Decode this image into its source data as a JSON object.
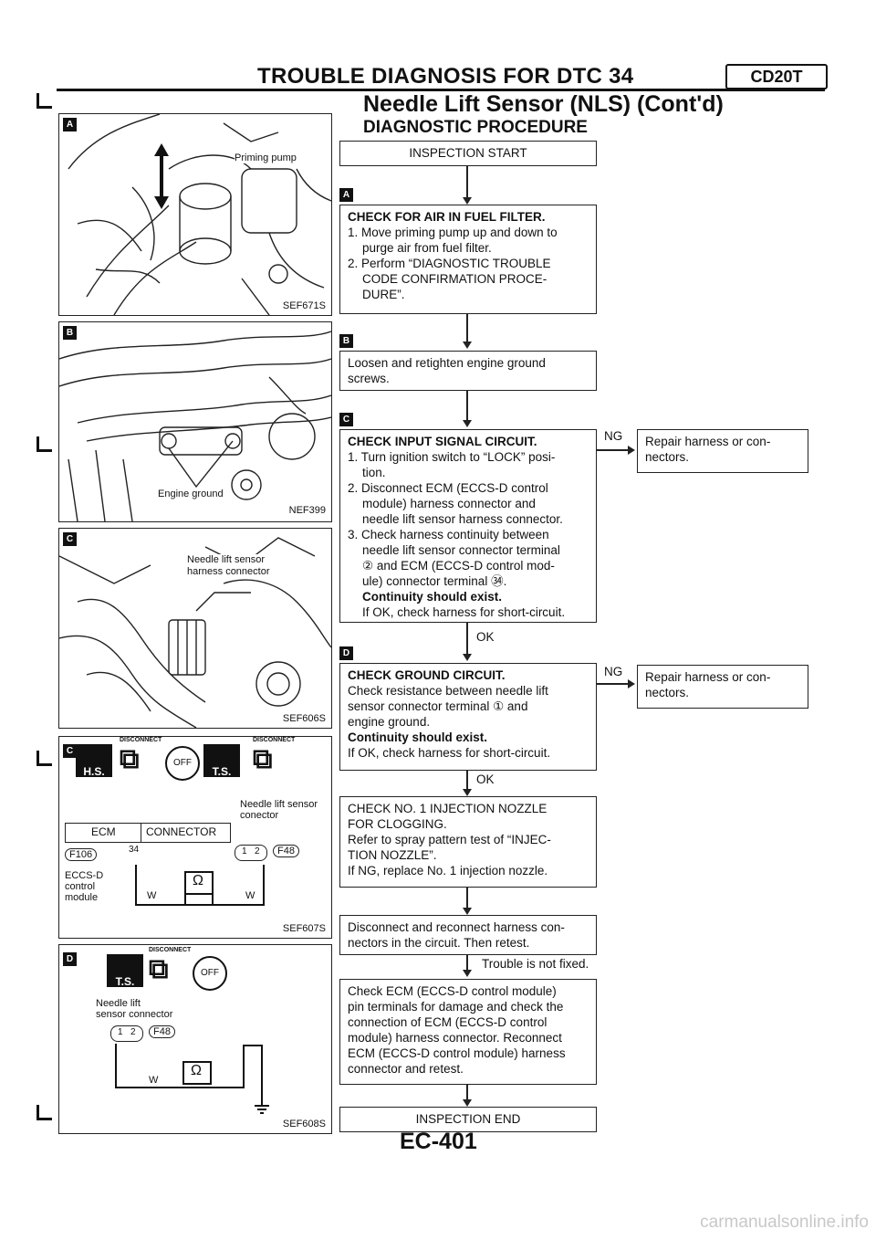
{
  "header": {
    "title": "TROUBLE DIAGNOSIS FOR DTC 34",
    "engine_tag": "CD20T",
    "subtitle": "Needle Lift Sensor (NLS) (Cont'd)",
    "section": "DIAGNOSTIC PROCEDURE"
  },
  "panels": {
    "a": {
      "badge": "A",
      "label": "Priming pump",
      "code": "SEF671S"
    },
    "b": {
      "badge": "B",
      "label": "Engine ground",
      "code": "NEF399"
    },
    "c_photo": {
      "badge": "C",
      "label1": "Needle lift sensor",
      "label2": "harness connector",
      "code": "SEF606S"
    },
    "c_diag": {
      "badge": "C",
      "disconnect1": "DISCONNECT",
      "disconnect2": "DISCONNECT",
      "hs": "H.S.",
      "ts": "T.S.",
      "off": "OFF",
      "ecm": "ECM",
      "connector": "CONNECTOR",
      "f106": "F106",
      "pin34": "34",
      "ecm_desc1": "ECCS-D",
      "ecm_desc2": "control",
      "ecm_desc3": "module",
      "sensor1": "Needle lift sensor",
      "sensor2": "conector",
      "pin1": "1",
      "pin2": "2",
      "f48": "F48",
      "wire1": "W",
      "wire2": "W",
      "ohm": "Ω",
      "code": "SEF607S"
    },
    "d_diag": {
      "badge": "D",
      "disconnect": "DISCONNECT",
      "ts": "T.S.",
      "off": "OFF",
      "sensor1": "Needle lift",
      "sensor2": "sensor connector",
      "pin1": "1",
      "pin2": "2",
      "f48": "F48",
      "wire": "W",
      "ohm": "Ω",
      "code": "SEF608S"
    }
  },
  "flow": {
    "start": "INSPECTION START",
    "step_a": {
      "badge": "A",
      "title": "CHECK FOR AIR IN FUEL FILTER.",
      "l1": "1. Move priming pump up and down to",
      "l2": "purge air from fuel filter.",
      "l3": "2. Perform “DIAGNOSTIC TROUBLE",
      "l4": "CODE CONFIRMATION PROCE-",
      "l5": "DURE”."
    },
    "step_b": {
      "badge": "B",
      "l1": "Loosen and retighten engine ground",
      "l2": "screws."
    },
    "step_c": {
      "badge": "C",
      "title": "CHECK INPUT SIGNAL CIRCUIT.",
      "l1": "1. Turn ignition switch to “LOCK” posi-",
      "l2": "tion.",
      "l3": "2. Disconnect ECM (ECCS-D control",
      "l4": "module) harness connector and",
      "l5": "needle lift sensor harness connector.",
      "l6": "3. Check harness continuity between",
      "l7": "needle lift sensor connector terminal",
      "l8": "② and ECM (ECCS-D control mod-",
      "l9": "ule) connector terminal ㉞.",
      "l10": "Continuity should exist.",
      "l11": "If OK, check harness for short-circuit.",
      "ng": "NG",
      "ok": "OK",
      "repair1": "Repair harness or con-",
      "repair2": "nectors."
    },
    "step_d": {
      "badge": "D",
      "title": "CHECK GROUND CIRCUIT.",
      "l1": "Check resistance between needle lift",
      "l2": "sensor connector terminal ① and",
      "l3": "engine ground.",
      "l4": "Continuity should exist.",
      "l5": "If OK, check harness for short-circuit.",
      "ng": "NG",
      "ok": "OK",
      "repair1": "Repair harness or con-",
      "repair2": "nectors."
    },
    "step_e": {
      "l1": "CHECK NO. 1 INJECTION NOZZLE",
      "l2": "FOR CLOGGING.",
      "l3": "Refer to spray pattern test of “INJEC-",
      "l4": "TION NOZZLE”.",
      "l5": "If NG, replace No. 1 injection nozzle."
    },
    "step_f": {
      "l1": "Disconnect and reconnect harness con-",
      "l2": "nectors in the circuit. Then retest.",
      "note": "Trouble is not fixed."
    },
    "step_g": {
      "l1": "Check ECM (ECCS-D control module)",
      "l2": "pin terminals for damage and check the",
      "l3": "connection of ECM (ECCS-D control",
      "l4": "module) harness connector. Reconnect",
      "l5": "ECM (ECCS-D control module) harness",
      "l6": "connector and retest."
    },
    "end": "INSPECTION END"
  },
  "footer": {
    "page": "EC-401",
    "watermark": "carmanualsonline.info"
  }
}
